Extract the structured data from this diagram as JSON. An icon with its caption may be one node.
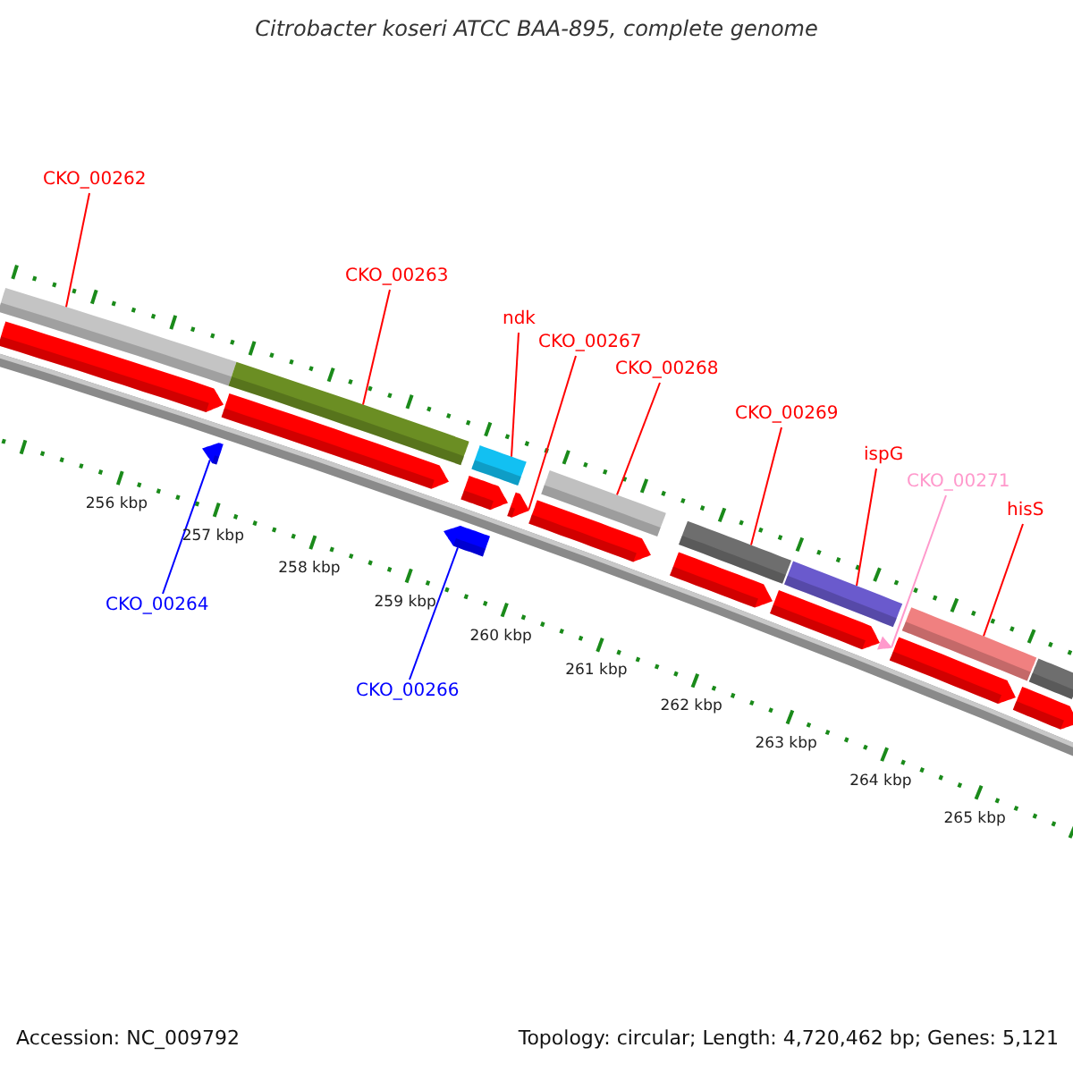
{
  "diagram": {
    "title": "Citrobacter koseri ATCC BAA-895, complete genome",
    "nodes": [
      {
        "text": [
          "CKO_00262"
        ]
      },
      {
        "text": [
          "CKO_00263"
        ]
      },
      {
        "text": [
          "ndk"
        ]
      },
      {
        "text": [
          "CKO_00267"
        ]
      },
      {
        "text": [
          "CKO_00268"
        ]
      },
      {
        "text": [
          "CKO_00269"
        ]
      },
      {
        "text": [
          "ispG"
        ]
      },
      {
        "text": [
          "CKO_00271"
        ]
      },
      {
        "text": [
          "hisS"
        ]
      },
      {
        "text": [
          "CKO_00264"
        ]
      },
      {
        "text": [
          "CKO_00266"
        ]
      },
      {
        "text": [],
        "shape": "bar"
      },
      {
        "text": [],
        "shape": "bar"
      },
      {
        "text": [],
        "shape": "bar"
      },
      {
        "text": [],
        "shape": "bar"
      },
      {
        "text": [],
        "shape": "bar"
      },
      {
        "text": [],
        "shape": "bar"
      },
      {
        "text": [],
        "shape": "bar"
      },
      {
        "text": [],
        "shape": "bar"
      },
      {
        "text": [],
        "shape": "pentagon"
      },
      {
        "text": [],
        "shape": "pentagon"
      },
      {
        "text": [],
        "shape": "pentagon"
      },
      {
        "text": [],
        "shape": "pentagon"
      },
      {
        "text": [],
        "shape": "pentagon"
      },
      {
        "text": [],
        "shape": "pentagon"
      },
      {
        "text": [],
        "shape": "pentagon"
      },
      {
        "text": [],
        "shape": "pentagon"
      },
      {
        "text": [],
        "shape": "pentagon"
      },
      {
        "text": [],
        "shape": "pentagon"
      },
      {
        "text": [],
        "shape": "pentagon"
      },
      {
        "text": [],
        "shape": "pentagon"
      }
    ],
    "edges": [
      {
        "from": 0,
        "to": 11,
        "arrow": "none"
      },
      {
        "from": 1,
        "to": 12,
        "arrow": "none"
      },
      {
        "from": 2,
        "to": 13,
        "arrow": "none"
      },
      {
        "from": 3,
        "to": 22,
        "arrow": "none"
      },
      {
        "from": 4,
        "to": 14,
        "arrow": "none"
      },
      {
        "from": 5,
        "to": 15,
        "arrow": "none"
      },
      {
        "from": 6,
        "to": 16,
        "arrow": "none"
      },
      {
        "from": 7,
        "to": 26,
        "arrow": "none",
        "color": "#ff99cc"
      },
      {
        "from": 8,
        "to": 17,
        "arrow": "none"
      },
      {
        "from": 9,
        "to": 29,
        "arrow": "none",
        "color": "#0000ff"
      },
      {
        "from": 10,
        "to": 30,
        "arrow": "none",
        "color": "#0000ff"
      }
    ],
    "labels": [
      "256 kbp",
      "257 kbp",
      "258 kbp",
      "259 kbp",
      "260 kbp",
      "261 kbp",
      "262 kbp",
      "263 kbp",
      "264 kbp",
      "265 kbp",
      "Accession: NC_009792",
      "Topology: circular; Length: 4,720,462 bp; Genes: 5,121"
    ]
  }
}
